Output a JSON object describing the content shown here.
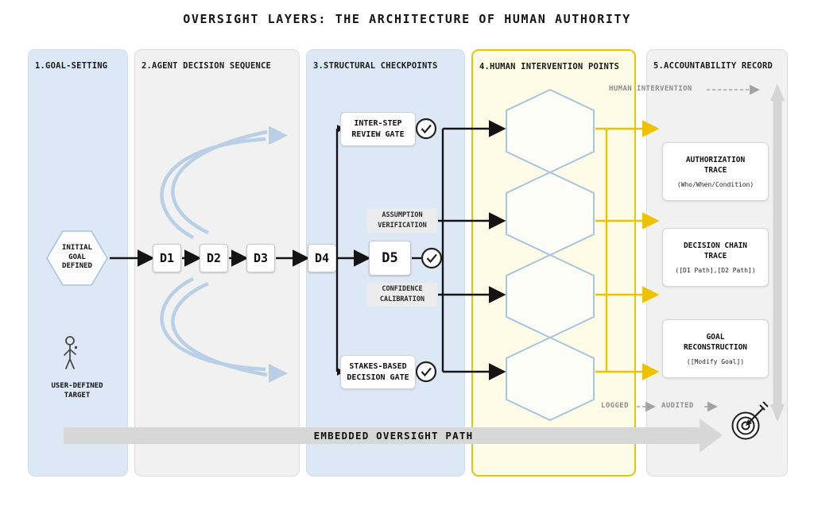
{
  "title": "OVERSIGHT LAYERS: THE ARCHITECTURE OF HUMAN AUTHORITY",
  "p1": {
    "header": "1.GOAL-SETTING",
    "goal": "INITIAL\nGOAL\nDEFINED",
    "target": "USER-DEFINED\nTARGET"
  },
  "p2": {
    "header": "2.AGENT DECISION SEQUENCE",
    "nodes": [
      "D1",
      "D2",
      "D3"
    ]
  },
  "p3": {
    "header": "3.STRUCTURAL CHECKPOINTS",
    "d4": "D4",
    "d5": "D5",
    "gate_top": "INTER-STEP\nREVIEW GATE",
    "label_assumption": "ASSUMPTION\nVERIFICATION",
    "label_confidence": "CONFIDENCE\nCALIBRATION",
    "gate_bottom": "STAKES-BASED\nDECISION GATE"
  },
  "p4": {
    "header": "4.HUMAN INTERVENTION POINTS"
  },
  "p5": {
    "header": "5.ACCOUNTABILITY RECORD",
    "human_intervention": "HUMAN INTERVENTION",
    "records": [
      {
        "title": "AUTHORIZATION\nTRACE",
        "sub": "(Who/When/Condition)"
      },
      {
        "title": "DECISION CHAIN\nTRACE",
        "sub": "([D1 Path],[D2 Path])"
      },
      {
        "title": "GOAL\nRECONSTRUCTION",
        "sub": "([Modify Goal])"
      }
    ],
    "logged": "LOGGED",
    "audited": "AUDITED"
  },
  "footer": {
    "path": "EMBEDDED OVERSIGHT PATH"
  },
  "colors": {
    "panel_blue": "#dce8f6",
    "panel_gray": "#f1f1f2",
    "panel_yellow_fill": "#fefbe6",
    "panel_yellow_border": "#e8c402",
    "hexagon_border": "#a9c4dd",
    "arrow_black": "#141414",
    "arrow_blue": "#b9cfe6",
    "arrow_yellow": "#eec200",
    "arrow_gray": "#d5d5d5",
    "dashed_gray": "#a3a3a3"
  }
}
